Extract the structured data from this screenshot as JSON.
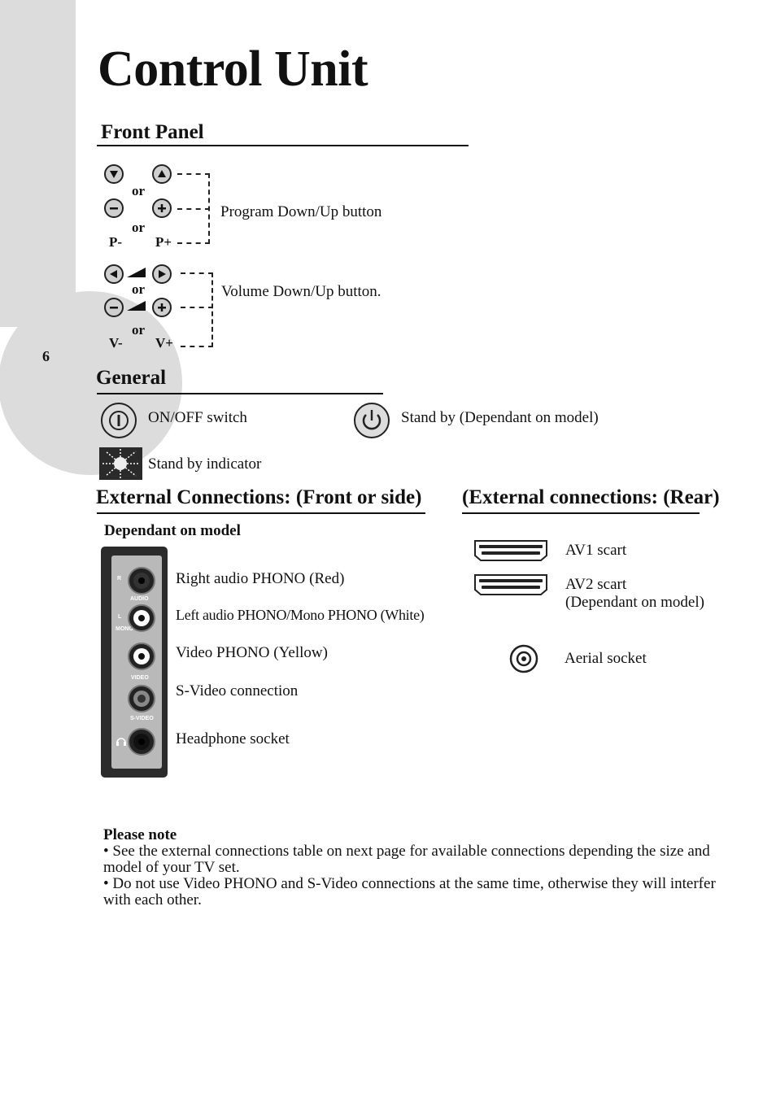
{
  "page": {
    "title": "Control Unit",
    "page_number": "6"
  },
  "front_panel": {
    "heading": "Front Panel",
    "or_label": "or",
    "program": {
      "minus_label": "P-",
      "plus_label": "P+",
      "description": "Program Down/Up button"
    },
    "volume": {
      "minus_label": "V-",
      "plus_label": "V+",
      "description": "Volume Down/Up button."
    }
  },
  "general": {
    "heading": "General",
    "onoff_label": "ON/OFF switch",
    "standby_label": "Stand by (Dependant on model)",
    "indicator_label": "Stand by indicator"
  },
  "external_front": {
    "heading": "External Connections: (Front or side)",
    "subheading": "Dependant on model",
    "items": [
      "Right audio PHONO (Red)",
      "Left audio PHONO/Mono PHONO (White)",
      "Video PHONO (Yellow)",
      "S-Video connection",
      "Headphone socket"
    ],
    "panel_labels": {
      "r": "R",
      "audio": "AUDIO",
      "l": "L",
      "mono": "MONO",
      "video": "VIDEO",
      "svideo": "S-VIDEO"
    }
  },
  "external_rear": {
    "heading": "(External connections: (Rear)",
    "av1": "AV1 scart",
    "av2": "AV2 scart",
    "av2_note": "(Dependant on model)",
    "aerial": "Aerial socket"
  },
  "note": {
    "heading": "Please note",
    "bullets": [
      "• See the external connections table on next page for available connections depending the size and model of your TV set.",
      "• Do not use Video PHONO and S-Video connections at the same time, otherwise they will interfer with each other."
    ]
  }
}
